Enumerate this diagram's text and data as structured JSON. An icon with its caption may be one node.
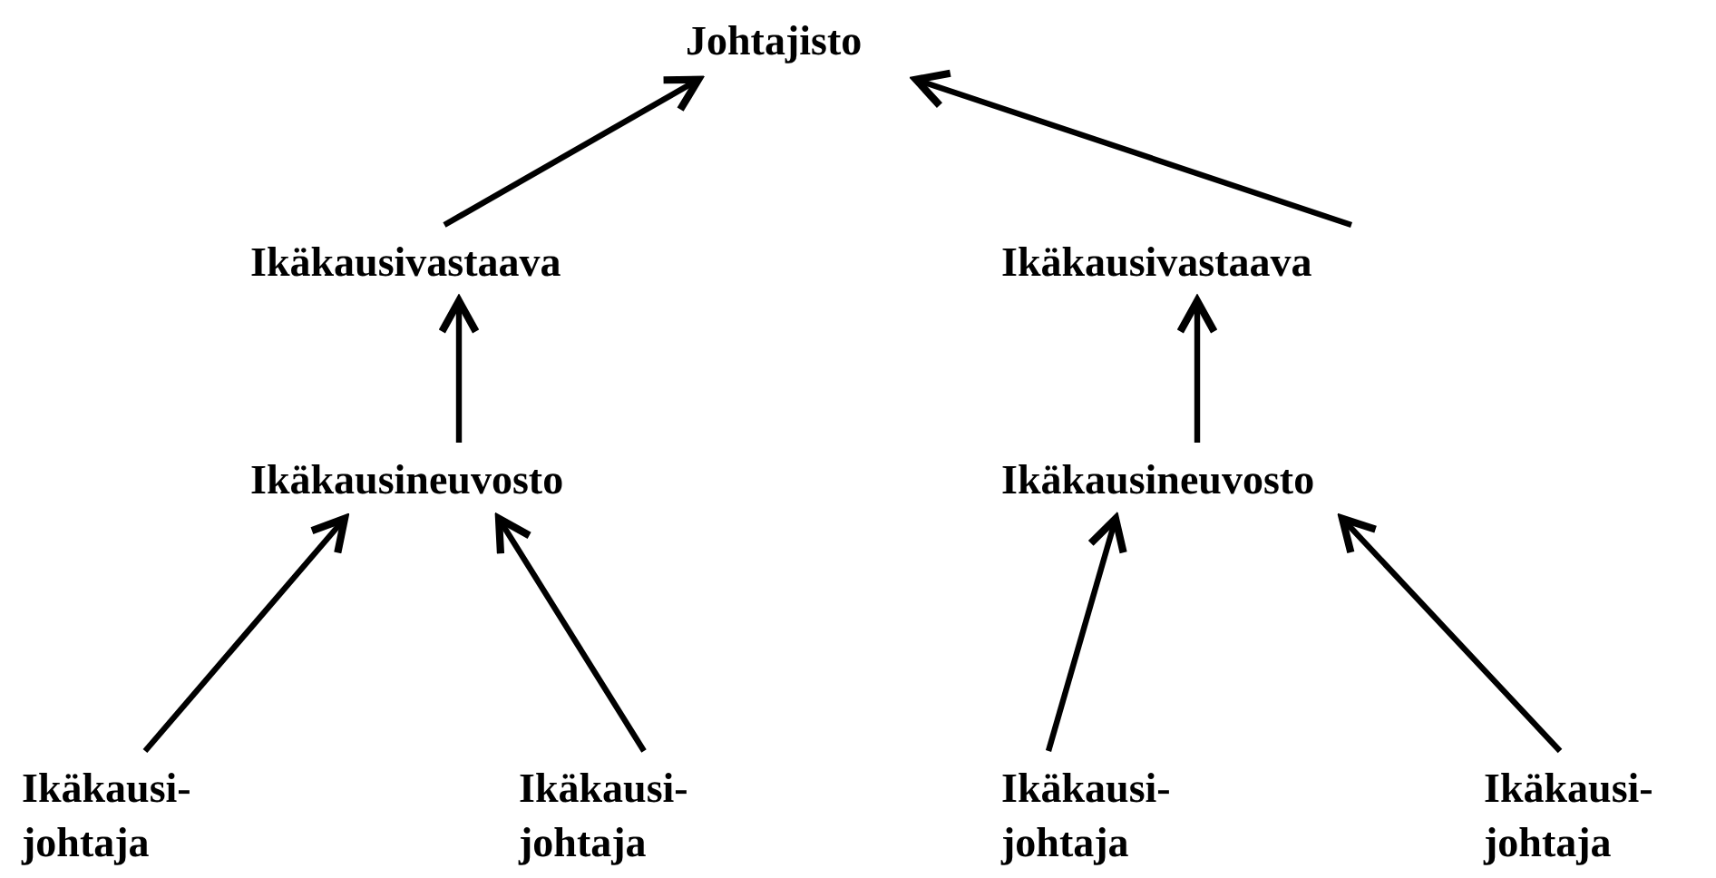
{
  "diagram": {
    "nodes": [
      {
        "text": [
          "Johtajisto"
        ]
      },
      {
        "text": [
          "Ikäkausivastaava"
        ]
      },
      {
        "text": [
          "Ikäkausivastaava"
        ]
      },
      {
        "text": [
          "Ikäkausineuvosto"
        ]
      },
      {
        "text": [
          "Ikäkausineuvosto"
        ]
      },
      {
        "text": [
          "Ikäkausi- johtaja"
        ]
      },
      {
        "text": [
          "Ikäkausi- johtaja"
        ]
      },
      {
        "text": [
          "Ikäkausi- johtaja"
        ]
      },
      {
        "text": [
          "Ikäkausi- johtaja"
        ]
      }
    ],
    "edges": [
      {
        "from": 1,
        "to": 0,
        "arrow": "to"
      },
      {
        "from": 2,
        "to": 0,
        "arrow": "to"
      },
      {
        "from": 3,
        "to": 1,
        "arrow": "to"
      },
      {
        "from": 4,
        "to": 2,
        "arrow": "to"
      },
      {
        "from": 5,
        "to": 3,
        "arrow": "to"
      },
      {
        "from": 6,
        "to": 3,
        "arrow": "to"
      },
      {
        "from": 7,
        "to": 4,
        "arrow": "to"
      },
      {
        "from": 8,
        "to": 4,
        "arrow": "to"
      }
    ]
  }
}
